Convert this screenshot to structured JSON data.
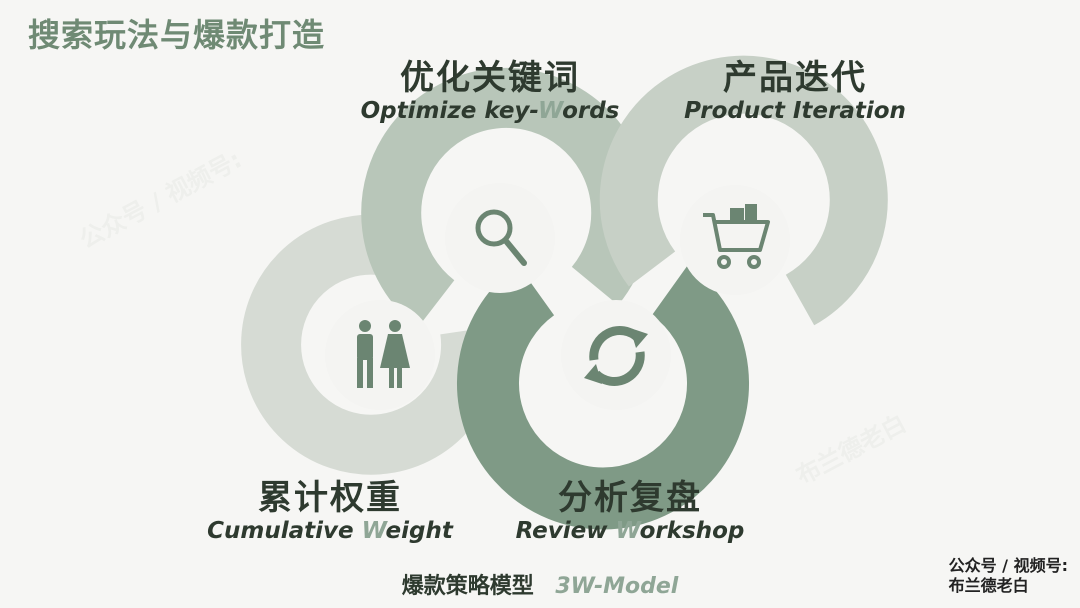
{
  "title": "搜索玩法与爆款打造",
  "stages": [
    {
      "zh": "优化关键词",
      "en_pre": "Optimize key-",
      "en_hl": "W",
      "en_post": "ords",
      "icon": "search-icon"
    },
    {
      "zh": "产品迭代",
      "en_pre": "Product Iteration",
      "en_hl": "",
      "en_post": "",
      "icon": "shopping-cart-icon"
    },
    {
      "zh": "累计权重",
      "en_pre": "Cumulative ",
      "en_hl": "W",
      "en_post": "eight",
      "icon": "people-icon"
    },
    {
      "zh": "分析复盘",
      "en_pre": "Review ",
      "en_hl": "W",
      "en_post": "orkshop",
      "icon": "refresh-cycle-icon"
    }
  ],
  "model": {
    "zh": "爆款策略模型",
    "en": "3W-Model"
  },
  "credit": {
    "line1": "公众号 / 视频号:",
    "line2": "布兰德老白"
  },
  "colors": {
    "title": "#6f8a74",
    "light": "#d6dbd4",
    "mid": "#b8c6b9",
    "dark": "#7f9a86",
    "inner": "#f4f4f2",
    "icon": "#6b8572",
    "text": "#2e3a2f",
    "highlight": "#8fa696"
  }
}
